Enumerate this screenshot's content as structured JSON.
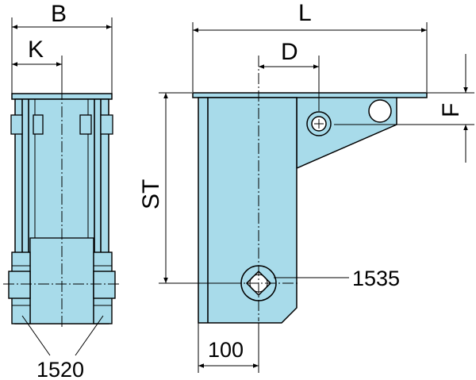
{
  "labels": {
    "b": "B",
    "k": "K",
    "l": "L",
    "d": "D",
    "f": "F",
    "st": "ST",
    "dim_100": "100",
    "part_1535": "1535",
    "part_1520": "1520"
  },
  "colors": {
    "body_fill": "#a8dbea",
    "bracket_fill": "#a8dbea",
    "line": "#000000",
    "hole_fill": "#ffffff",
    "background": "#ffffff"
  }
}
